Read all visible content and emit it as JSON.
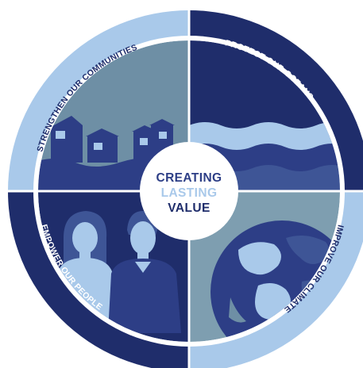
{
  "center": {
    "line1": "CREATING",
    "line2": "LASTING",
    "line3": "VALUE"
  },
  "segments": {
    "top_left": "STRENGTHEN OUR COMMUNITIES",
    "top_right": "PROTECT OUR OCEANS",
    "bottom_right": "IMPROVE OUR CLIMATE",
    "bottom_left": "EMPOWER OUR PEOPLE"
  },
  "colors": {
    "navy": "#1f2d6b",
    "dark_blue": "#2d3e86",
    "mid_blue": "#3e5596",
    "light_blue": "#a9c9ea",
    "slate": "#6e8fa5",
    "teal_grey": "#7e9eb0",
    "white": "#ffffff"
  }
}
